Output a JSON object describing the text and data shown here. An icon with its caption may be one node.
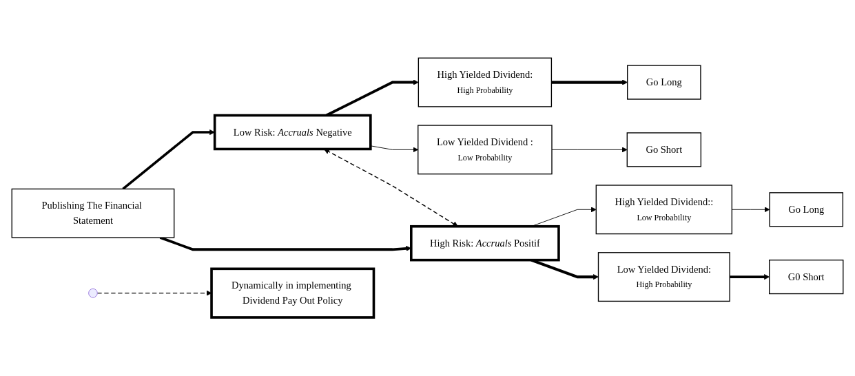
{
  "diagram": {
    "nodes": [
      {
        "text": [
          "Publishing The Financial Statement"
        ]
      },
      {
        "text": [
          "Low Risk: *Accruals* Negative"
        ]
      },
      {
        "text": [
          "High Yielded Dividend:",
          "High Probability"
        ]
      },
      {
        "text": [
          "Go Long"
        ]
      },
      {
        "text": [
          "Low Yielded Dividend :",
          "Low Probability"
        ]
      },
      {
        "text": [
          "Go Short"
        ]
      },
      {
        "text": [
          "Dynamically in implementing Dividend Pay Out Policy"
        ]
      },
      {
        "text": [
          "High Yielded Dividend::",
          "Low Probability"
        ]
      },
      {
        "text": [
          "Go Long"
        ]
      },
      {
        "text": [
          "High Risk: *Accruals* Positif"
        ]
      },
      {
        "text": [
          "Low Yielded Dividend:",
          "High Probability"
        ]
      },
      {
        "text": [
          "G0 Short"
        ]
      }
    ],
    "edges": [
      {
        "from": 0,
        "to": 1,
        "arrow": "to",
        "style": "thick"
      },
      {
        "from": 0,
        "to": 9,
        "arrow": "to",
        "style": "thick"
      },
      {
        "from": 1,
        "to": 2,
        "arrow": "to",
        "style": "thick"
      },
      {
        "from": 1,
        "to": 4,
        "arrow": "to"
      },
      {
        "from": 2,
        "to": 3,
        "arrow": "to",
        "style": "thick"
      },
      {
        "from": 4,
        "to": 5,
        "arrow": "to"
      },
      {
        "from": 1,
        "to": 9,
        "arrow": "both",
        "style": "dashed"
      },
      {
        "from": null,
        "to": 6,
        "arrow": "to",
        "style": "dashed"
      },
      {
        "from": 9,
        "to": 7,
        "arrow": "to"
      },
      {
        "from": 9,
        "to": 10,
        "arrow": "to",
        "style": "thick"
      },
      {
        "from": 7,
        "to": 8,
        "arrow": "to"
      },
      {
        "from": 10,
        "to": 11,
        "arrow": "to",
        "style": "thick"
      }
    ]
  }
}
